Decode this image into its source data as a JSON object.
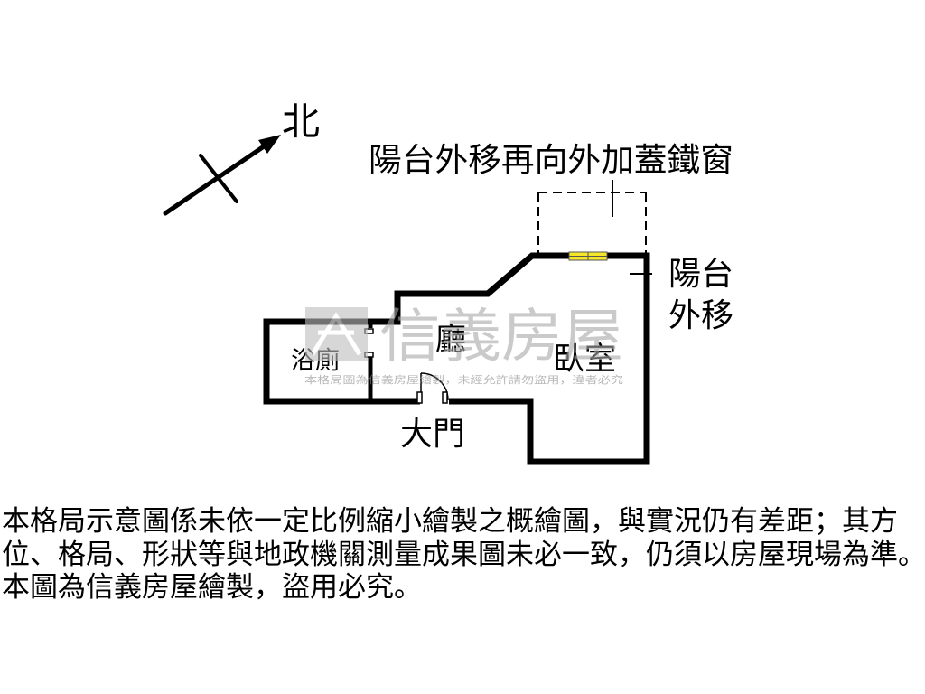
{
  "north_label": "北",
  "annotation_top": "陽台外移再向外加蓋鐵窗",
  "balcony_note": {
    "line1": "陽台",
    "line2": "外移"
  },
  "rooms": {
    "living": "廳",
    "bedroom": "臥室",
    "bathroom": "浴廁",
    "entrance": "大門"
  },
  "watermark": {
    "brand": "信義房屋",
    "notice": "本格局圖為信義房屋繪製，未經允許請勿盜用，違者必究"
  },
  "disclaimer": [
    "本格局示意圖係未依一定比例縮小繪製之概繪圖，與實況仍有差距；其方",
    "位、格局、形狀等與地政機關測量成果圖未必一致，仍須以房屋現場為準。",
    "本圖為信義房屋繪製，盜用必究。"
  ],
  "colors": {
    "wall": "#000000",
    "window": "#f5e62a",
    "watermark": "#b8b8b8"
  }
}
